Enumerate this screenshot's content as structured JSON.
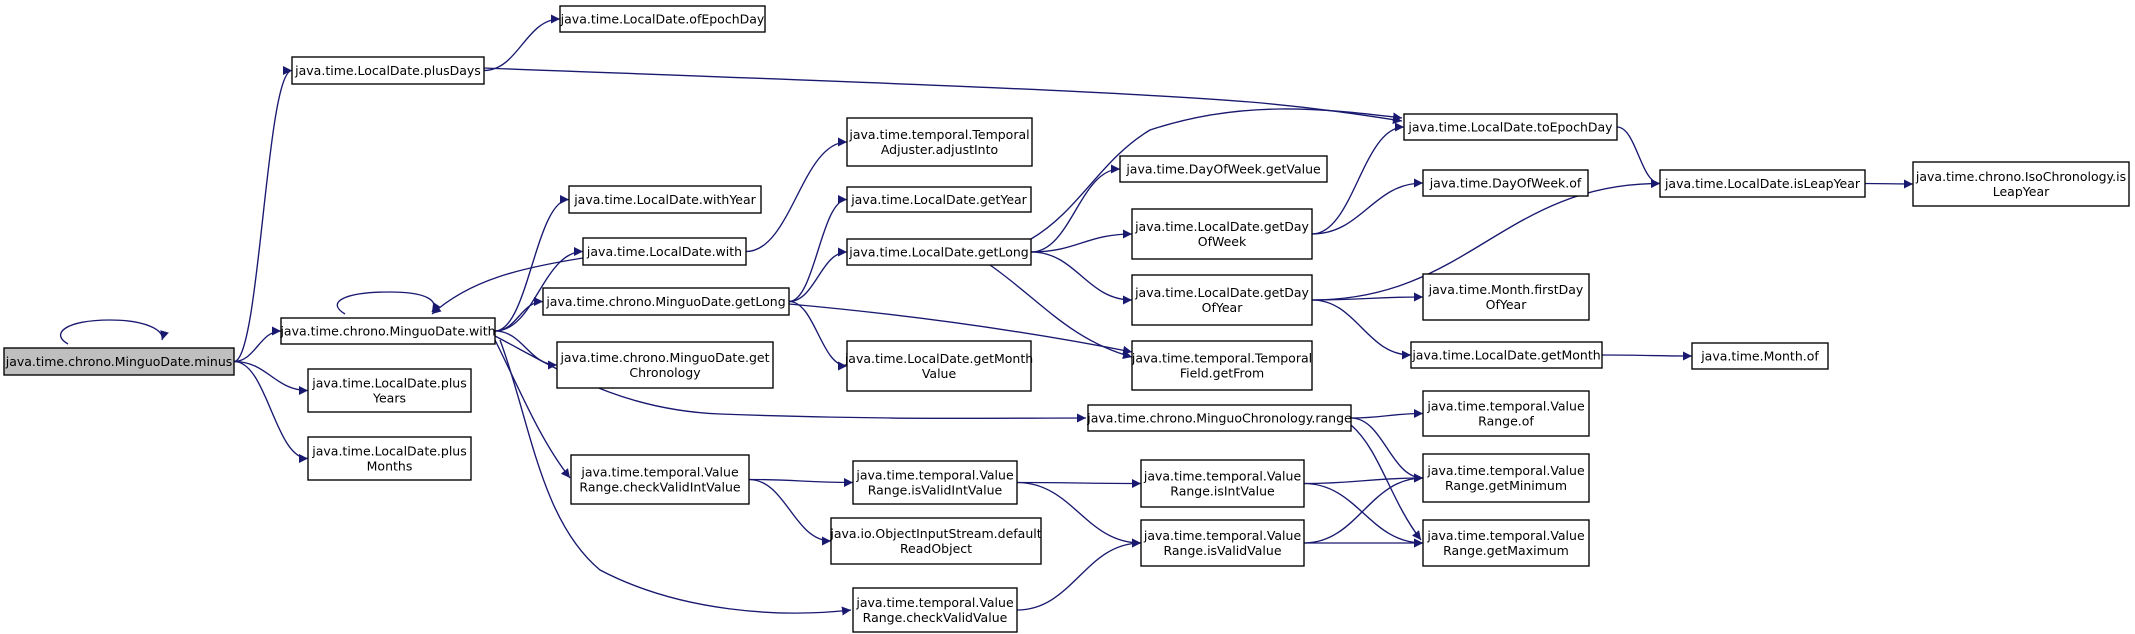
{
  "colors": {
    "edge": "#191970",
    "node_border": "#000000",
    "root_fill": "#bfbfbf",
    "node_fill": "#ffffff"
  },
  "nodes": [
    {
      "id": "n0",
      "lines": [
        "java.time.chrono.MinguoDate.minus"
      ]
    },
    {
      "id": "n1",
      "lines": [
        "java.time.LocalDate.ofEpochDay"
      ]
    },
    {
      "id": "n2",
      "lines": [
        "java.time.LocalDate.plusDays"
      ]
    },
    {
      "id": "n3",
      "lines": [
        "java.time.LocalDate.toEpochDay"
      ]
    },
    {
      "id": "n4",
      "lines": [
        "java.time.temporal.Temporal",
        "Adjuster.adjustInto"
      ]
    },
    {
      "id": "n5",
      "lines": [
        "java.time.DayOfWeek.getValue"
      ]
    },
    {
      "id": "n6",
      "lines": [
        "java.time.LocalDate.isLeapYear"
      ]
    },
    {
      "id": "n7",
      "lines": [
        "java.time.chrono.IsoChronology.is",
        "LeapYear"
      ]
    },
    {
      "id": "n8",
      "lines": [
        "java.time.LocalDate.withYear"
      ]
    },
    {
      "id": "n9",
      "lines": [
        "java.time.LocalDate.getYear"
      ]
    },
    {
      "id": "n10",
      "lines": [
        "java.time.DayOfWeek.of"
      ]
    },
    {
      "id": "n11",
      "lines": [
        "java.time.LocalDate.with"
      ]
    },
    {
      "id": "n12",
      "lines": [
        "java.time.LocalDate.getLong"
      ]
    },
    {
      "id": "n13",
      "lines": [
        "java.time.LocalDate.getDay",
        "OfWeek"
      ]
    },
    {
      "id": "n14",
      "lines": [
        "java.time.chrono.MinguoDate.getLong"
      ]
    },
    {
      "id": "n15",
      "lines": [
        "java.time.chrono.MinguoDate.with"
      ]
    },
    {
      "id": "n16",
      "lines": [
        "java.time.LocalDate.getDay",
        "OfYear"
      ]
    },
    {
      "id": "n17",
      "lines": [
        "java.time.Month.firstDay",
        "OfYear"
      ]
    },
    {
      "id": "n18",
      "lines": [
        "java.time.chrono.MinguoDate.get",
        "Chronology"
      ]
    },
    {
      "id": "n19",
      "lines": [
        "java.time.LocalDate.getMonth",
        "Value"
      ]
    },
    {
      "id": "n20",
      "lines": [
        "java.time.temporal.Temporal",
        "Field.getFrom"
      ]
    },
    {
      "id": "n21",
      "lines": [
        "java.time.LocalDate.getMonth"
      ]
    },
    {
      "id": "n22",
      "lines": [
        "java.time.Month.of"
      ]
    },
    {
      "id": "n23",
      "lines": [
        "java.time.LocalDate.plus",
        "Years"
      ]
    },
    {
      "id": "n24",
      "lines": [
        "java.time.temporal.Value",
        "Range.of"
      ]
    },
    {
      "id": "n25",
      "lines": [
        "java.time.chrono.MinguoChronology.range"
      ]
    },
    {
      "id": "n26",
      "lines": [
        "java.time.LocalDate.plus",
        "Months"
      ]
    },
    {
      "id": "n27",
      "lines": [
        "java.time.temporal.Value",
        "Range.checkValidIntValue"
      ]
    },
    {
      "id": "n28",
      "lines": [
        "java.time.temporal.Value",
        "Range.isValidIntValue"
      ]
    },
    {
      "id": "n29",
      "lines": [
        "java.time.temporal.Value",
        "Range.isIntValue"
      ]
    },
    {
      "id": "n30",
      "lines": [
        "java.time.temporal.Value",
        "Range.getMinimum"
      ]
    },
    {
      "id": "n31",
      "lines": [
        "java.io.ObjectInputStream.default",
        "ReadObject"
      ]
    },
    {
      "id": "n32",
      "lines": [
        "java.time.temporal.Value",
        "Range.isValidValue"
      ]
    },
    {
      "id": "n33",
      "lines": [
        "java.time.temporal.Value",
        "Range.getMaximum"
      ]
    },
    {
      "id": "n34",
      "lines": [
        "java.time.temporal.Value",
        "Range.checkValidValue"
      ]
    }
  ],
  "edges": [
    [
      "n0",
      "n0"
    ],
    [
      "n0",
      "n2"
    ],
    [
      "n0",
      "n15"
    ],
    [
      "n0",
      "n23"
    ],
    [
      "n0",
      "n26"
    ],
    [
      "n2",
      "n1"
    ],
    [
      "n2",
      "n3"
    ],
    [
      "n3",
      "n6"
    ],
    [
      "n6",
      "n7"
    ],
    [
      "n15",
      "n15"
    ],
    [
      "n15",
      "n8"
    ],
    [
      "n15",
      "n11"
    ],
    [
      "n15",
      "n14"
    ],
    [
      "n15",
      "n18"
    ],
    [
      "n15",
      "n25"
    ],
    [
      "n15",
      "n27"
    ],
    [
      "n15",
      "n34"
    ],
    [
      "n11",
      "n4"
    ],
    [
      "n11",
      "n15"
    ],
    [
      "n14",
      "n9"
    ],
    [
      "n14",
      "n12"
    ],
    [
      "n14",
      "n19"
    ],
    [
      "n14",
      "n20"
    ],
    [
      "n12",
      "n3"
    ],
    [
      "n12",
      "n5"
    ],
    [
      "n12",
      "n13"
    ],
    [
      "n12",
      "n16"
    ],
    [
      "n12",
      "n20"
    ],
    [
      "n13",
      "n3"
    ],
    [
      "n13",
      "n10"
    ],
    [
      "n16",
      "n6"
    ],
    [
      "n16",
      "n17"
    ],
    [
      "n16",
      "n21"
    ],
    [
      "n21",
      "n22"
    ],
    [
      "n25",
      "n24"
    ],
    [
      "n25",
      "n30"
    ],
    [
      "n25",
      "n33"
    ],
    [
      "n27",
      "n28"
    ],
    [
      "n27",
      "n31"
    ],
    [
      "n28",
      "n29"
    ],
    [
      "n28",
      "n32"
    ],
    [
      "n29",
      "n30"
    ],
    [
      "n29",
      "n33"
    ],
    [
      "n32",
      "n30"
    ],
    [
      "n32",
      "n33"
    ],
    [
      "n34",
      "n32"
    ]
  ]
}
